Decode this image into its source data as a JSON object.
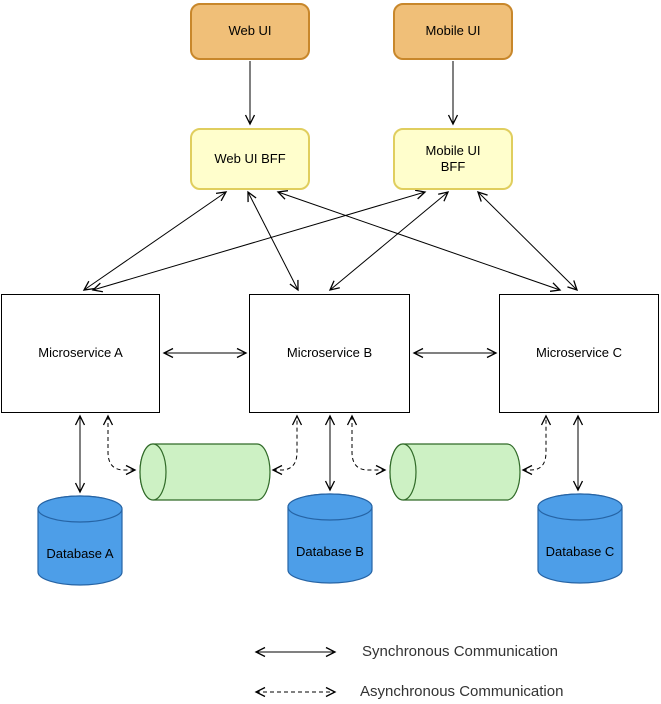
{
  "nodes": {
    "web_ui": "Web UI",
    "mobile_ui": "Mobile UI",
    "web_bff": "Web UI BFF",
    "mobile_bff": "Mobile UI BFF",
    "ms_a": "Microservice A",
    "ms_b": "Microservice B",
    "ms_c": "Microservice C",
    "db_a": "Database A",
    "db_b": "Database B",
    "db_c": "Database C"
  },
  "legend": {
    "sync": "Synchronous Communication",
    "async": "Asynchronous Communication"
  },
  "colors": {
    "ui-fill": "#F0BF78",
    "ui-stroke": "#C8872B",
    "bff-fill": "#FFFECC",
    "bff-stroke": "#E0CE5E",
    "service-fill": "#FFFFFF",
    "service-stroke": "#000000",
    "queue-fill": "#CDF1C4",
    "queue-stroke": "#306A28",
    "db-fill": "#4D9EE8",
    "db-stroke": "#2664A5",
    "connector": "#000000"
  }
}
